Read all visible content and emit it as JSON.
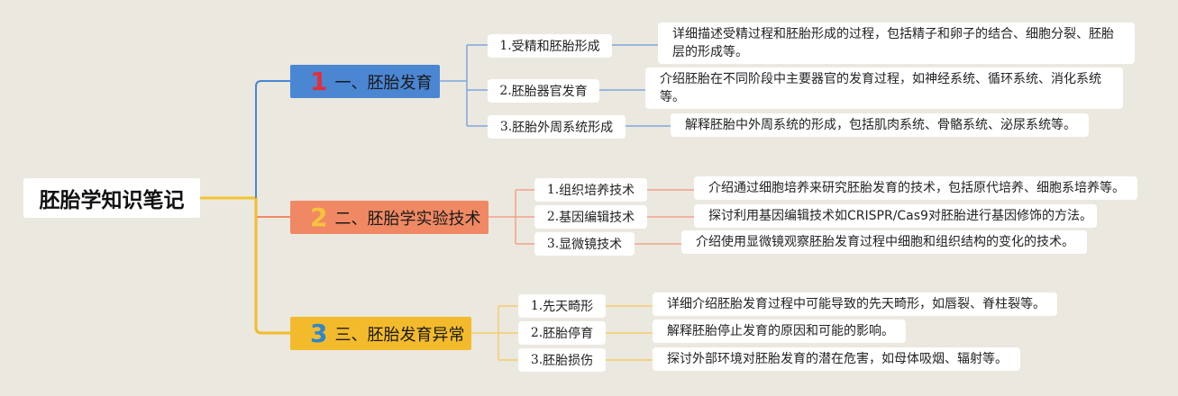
{
  "root": {
    "label": "胚胎学知识笔记"
  },
  "colors": {
    "background": "#ebe8e0",
    "root_connector": "#f2c331",
    "branch1": "#4a86d2",
    "branch2": "#f08963",
    "branch3": "#f3bb2c",
    "num1": "#e0303d",
    "num2": "#f6c33d",
    "num3": "#2f86c9",
    "line1": "#7ea6dc",
    "line2": "#f2a38a",
    "line3": "#f5cd6a"
  },
  "branches": [
    {
      "number": "1",
      "label": "一、胚胎发育",
      "items": [
        {
          "num": "1. ",
          "label": "受精和胚胎形成",
          "desc": "详细描述受精过程和胚胎形成的过程，包括精子和卵子的结合、细胞分裂、胚胎层的形成等。"
        },
        {
          "num": "2. ",
          "label": "胚胎器官发育",
          "desc": "介绍胚胎在不同阶段中主要器官的发育过程，如神经系统、循环系统、消化系统等。"
        },
        {
          "num": "3. ",
          "label": "胚胎外周系统形成",
          "desc": "解释胚胎中外周系统的形成，包括肌肉系统、骨骼系统、泌尿系统等。"
        }
      ]
    },
    {
      "number": "2",
      "label": "二、胚胎学实验技术",
      "items": [
        {
          "num": "1. ",
          "label": "组织培养技术",
          "desc": "介绍通过细胞培养来研究胚胎发育的技术，包括原代培养、细胞系培养等。"
        },
        {
          "num": "2. ",
          "label": "基因编辑技术",
          "desc": "探讨利用基因编辑技术如CRISPR/Cas9对胚胎进行基因修饰的方法。"
        },
        {
          "num": "3. ",
          "label": "显微镜技术",
          "desc": "介绍使用显微镜观察胚胎发育过程中细胞和组织结构的变化的技术。"
        }
      ]
    },
    {
      "number": "3",
      "label": "三、胚胎发育异常",
      "items": [
        {
          "num": "1. ",
          "label": "先天畸形",
          "desc": "详细介绍胚胎发育过程中可能导致的先天畸形，如唇裂、脊柱裂等。"
        },
        {
          "num": "2. ",
          "label": "胚胎停育",
          "desc": "解释胚胎停止发育的原因和可能的影响。"
        },
        {
          "num": "3. ",
          "label": "胚胎损伤",
          "desc": "探讨外部环境对胚胎发育的潜在危害，如母体吸烟、辐射等。"
        }
      ]
    }
  ]
}
